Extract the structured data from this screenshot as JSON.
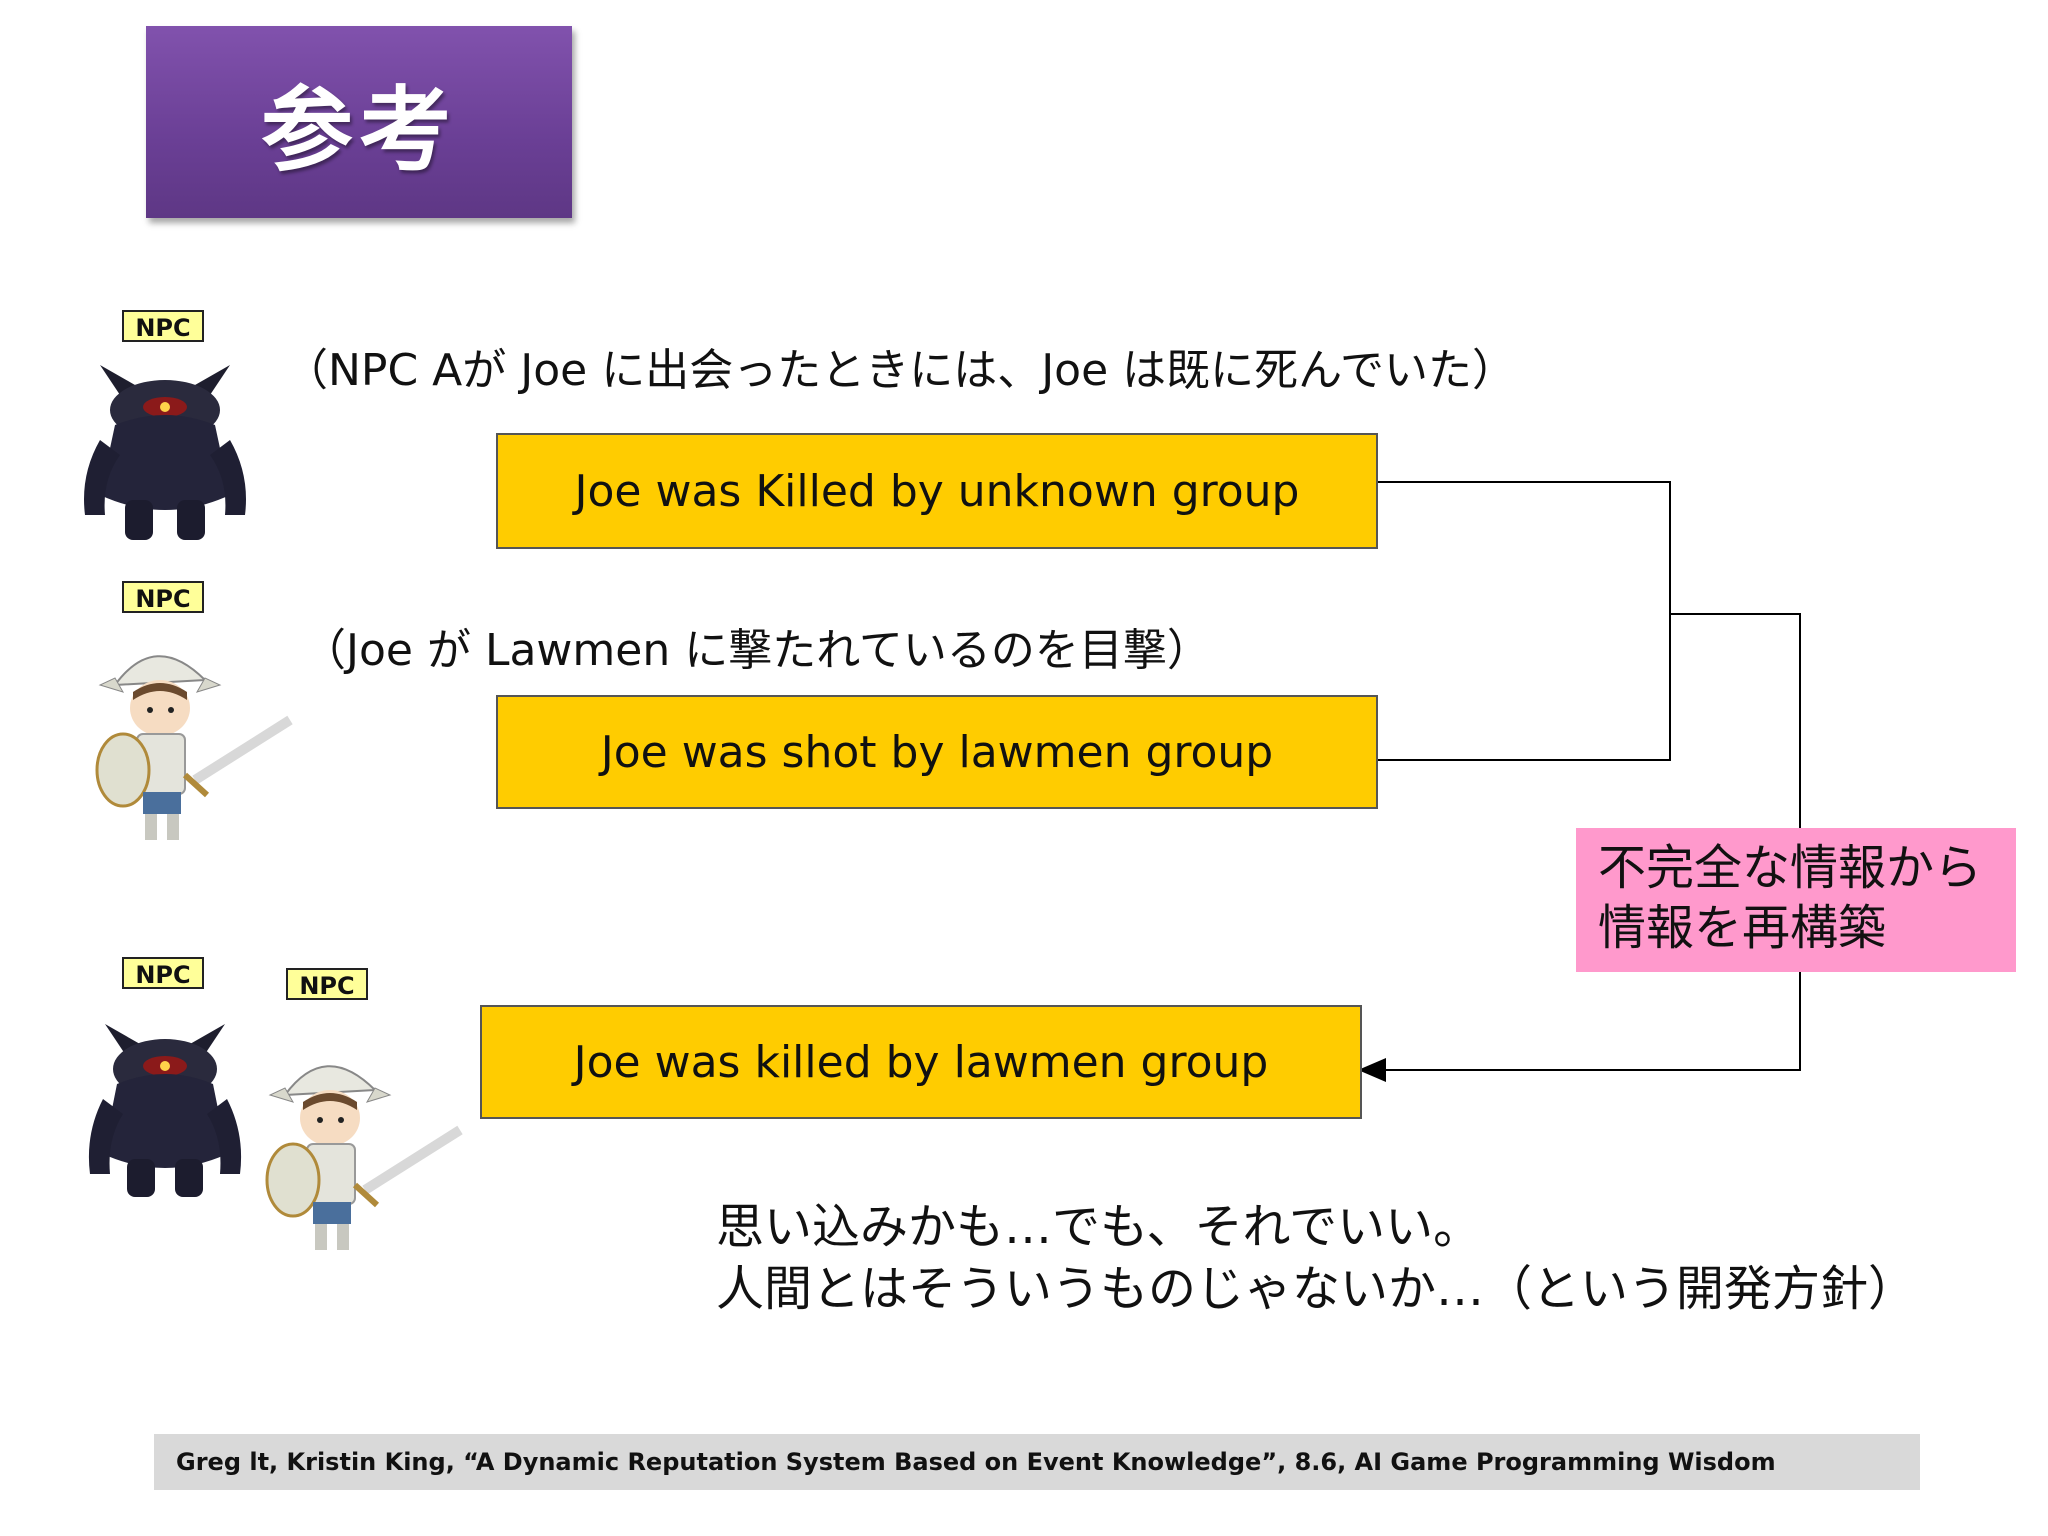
{
  "title": "参考",
  "npc_label": "NPC",
  "captions": {
    "top": "（NPC Aが Joe に出会ったときには、Joe は既に死んでいた）",
    "middle": "（Joe が Lawmen に撃たれているのを目撃）"
  },
  "boxes": {
    "box1": "Joe was Killed by unknown group",
    "box2": "Joe was shot by lawmen group",
    "box3": "Joe was killed by lawmen group"
  },
  "reconstruct": {
    "line1": "不完全な情報から",
    "line2": "情報を再構築"
  },
  "note": {
    "line1": "思い込みかも…でも、それでいい。",
    "line2": "人間とはそういうものじゃないか…（という開発方針）"
  },
  "reference": "Greg lt, Kristin King,  “A Dynamic Reputation System Based on Event Knowledge”, 8.6, AI Game Programming Wisdom",
  "colors": {
    "title_bg": "#7048a0",
    "box_fill": "#ffcc00",
    "pink_fill": "#ff99cc",
    "npc_tag": "#ffff99",
    "reference_bg": "#d9d9d9"
  }
}
